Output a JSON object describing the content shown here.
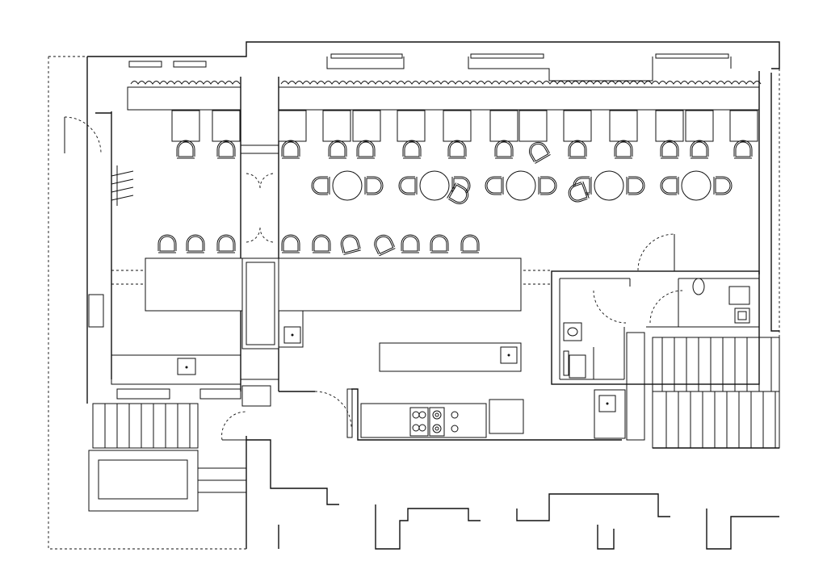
{
  "plan": {
    "kind": "restaurant-floor-plan",
    "text_labels": [],
    "colors": {
      "ink": "#111111",
      "paper": "#ffffff"
    },
    "furniture_counts": {
      "square_tables": 15,
      "round_tables": 5,
      "bar_stools": 11
    },
    "rooms": [
      "dining-room",
      "bar-lounge",
      "kitchen",
      "restroom",
      "staircase",
      "entrance"
    ]
  }
}
